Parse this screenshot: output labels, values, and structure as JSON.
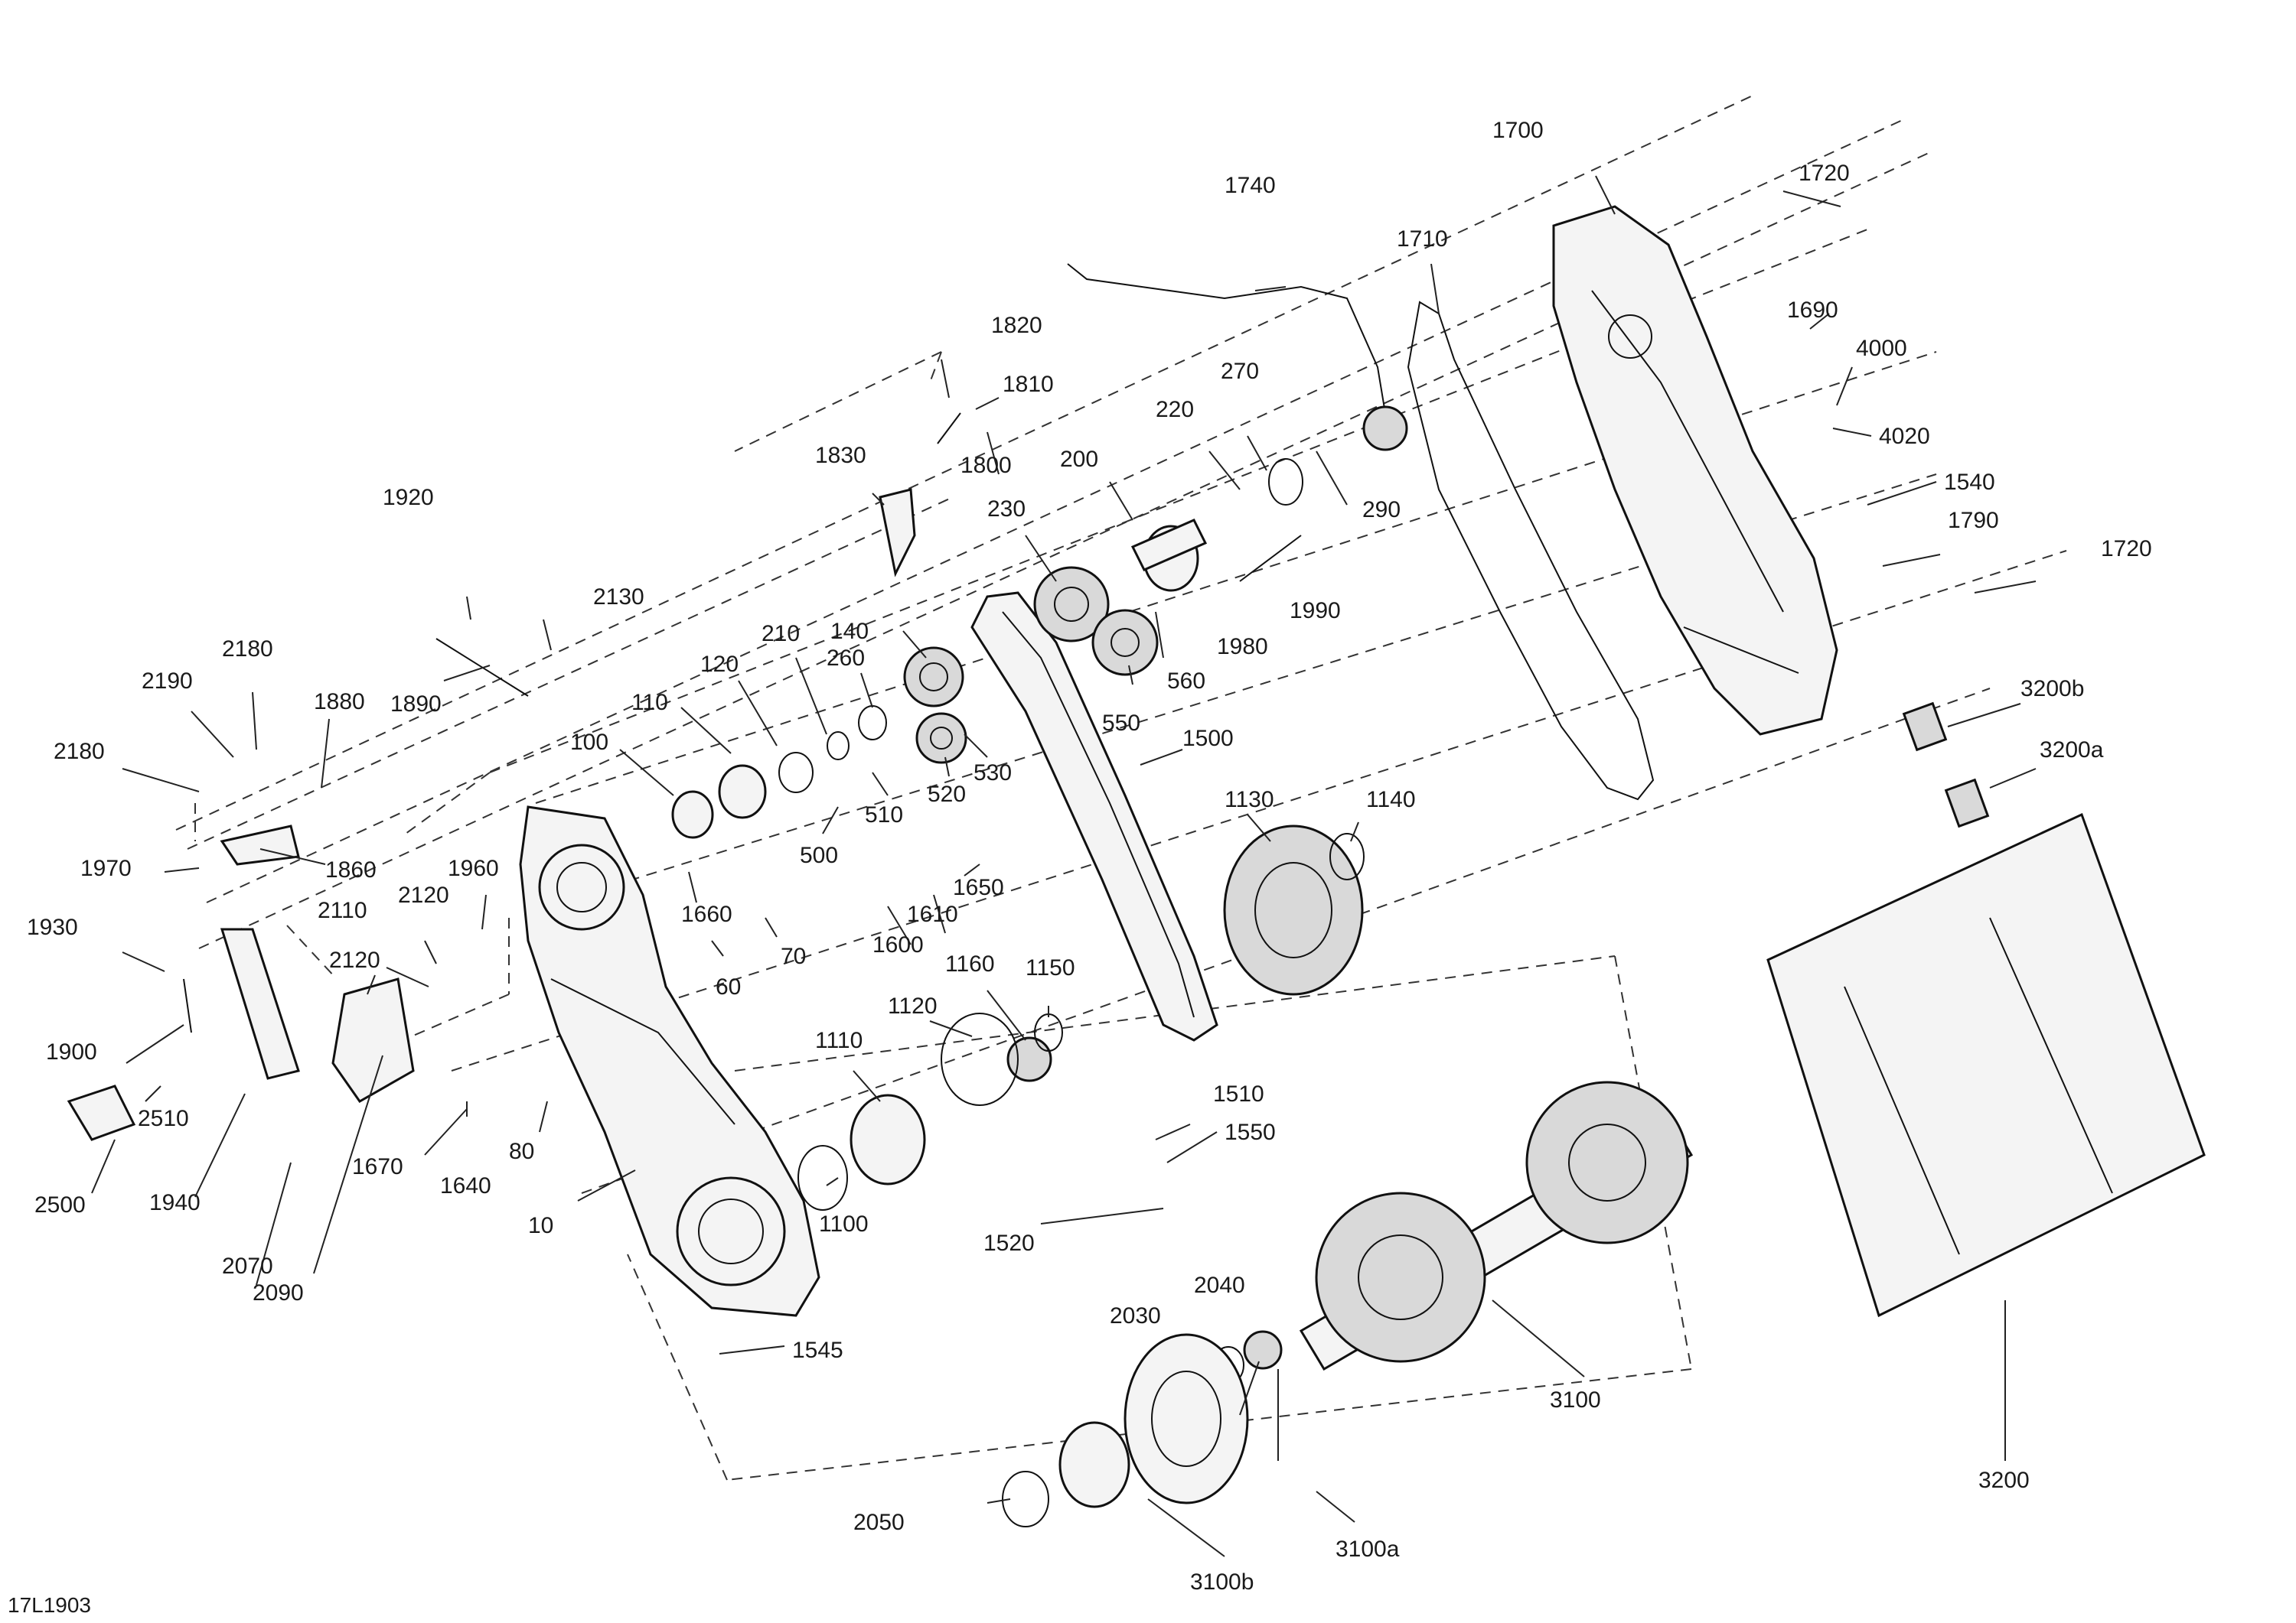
{
  "diagram": {
    "reference_code": "17L1903",
    "callouts": [
      {
        "id": "10",
        "text": "10"
      },
      {
        "id": "60",
        "text": "60"
      },
      {
        "id": "70",
        "text": "70"
      },
      {
        "id": "80",
        "text": "80"
      },
      {
        "id": "100",
        "text": "100"
      },
      {
        "id": "110",
        "text": "110"
      },
      {
        "id": "120",
        "text": "120"
      },
      {
        "id": "140",
        "text": "140"
      },
      {
        "id": "200",
        "text": "200"
      },
      {
        "id": "210",
        "text": "210"
      },
      {
        "id": "220",
        "text": "220"
      },
      {
        "id": "230",
        "text": "230"
      },
      {
        "id": "260",
        "text": "260"
      },
      {
        "id": "270",
        "text": "270"
      },
      {
        "id": "290",
        "text": "290"
      },
      {
        "id": "500",
        "text": "500"
      },
      {
        "id": "510",
        "text": "510"
      },
      {
        "id": "520",
        "text": "520"
      },
      {
        "id": "530",
        "text": "530"
      },
      {
        "id": "550",
        "text": "550"
      },
      {
        "id": "560",
        "text": "560"
      },
      {
        "id": "1100",
        "text": "1100"
      },
      {
        "id": "1110",
        "text": "1110"
      },
      {
        "id": "1120",
        "text": "1120"
      },
      {
        "id": "1130",
        "text": "1130"
      },
      {
        "id": "1140",
        "text": "1140"
      },
      {
        "id": "1150",
        "text": "1150"
      },
      {
        "id": "1160",
        "text": "1160"
      },
      {
        "id": "1500",
        "text": "1500"
      },
      {
        "id": "1510",
        "text": "1510"
      },
      {
        "id": "1520",
        "text": "1520"
      },
      {
        "id": "1540",
        "text": "1540"
      },
      {
        "id": "1545",
        "text": "1545"
      },
      {
        "id": "1550",
        "text": "1550"
      },
      {
        "id": "1600",
        "text": "1600"
      },
      {
        "id": "1610",
        "text": "1610"
      },
      {
        "id": "1640",
        "text": "1640"
      },
      {
        "id": "1650",
        "text": "1650"
      },
      {
        "id": "1660",
        "text": "1660"
      },
      {
        "id": "1670",
        "text": "1670"
      },
      {
        "id": "1690",
        "text": "1690"
      },
      {
        "id": "1700",
        "text": "1700"
      },
      {
        "id": "1710",
        "text": "1710"
      },
      {
        "id": "1720a",
        "text": "1720"
      },
      {
        "id": "1720b",
        "text": "1720"
      },
      {
        "id": "1740",
        "text": "1740"
      },
      {
        "id": "1790",
        "text": "1790"
      },
      {
        "id": "1800",
        "text": "1800"
      },
      {
        "id": "1810",
        "text": "1810"
      },
      {
        "id": "1820",
        "text": "1820"
      },
      {
        "id": "1830",
        "text": "1830"
      },
      {
        "id": "1860",
        "text": "1860"
      },
      {
        "id": "1880",
        "text": "1880"
      },
      {
        "id": "1890",
        "text": "1890"
      },
      {
        "id": "1900",
        "text": "1900"
      },
      {
        "id": "1920",
        "text": "1920"
      },
      {
        "id": "1930",
        "text": "1930"
      },
      {
        "id": "1940",
        "text": "1940"
      },
      {
        "id": "1960",
        "text": "1960"
      },
      {
        "id": "1970",
        "text": "1970"
      },
      {
        "id": "1980",
        "text": "1980"
      },
      {
        "id": "1990",
        "text": "1990"
      },
      {
        "id": "2030",
        "text": "2030"
      },
      {
        "id": "2040",
        "text": "2040"
      },
      {
        "id": "2050",
        "text": "2050"
      },
      {
        "id": "2070",
        "text": "2070"
      },
      {
        "id": "2090",
        "text": "2090"
      },
      {
        "id": "2110",
        "text": "2110"
      },
      {
        "id": "2120a",
        "text": "2120"
      },
      {
        "id": "2120b",
        "text": "2120"
      },
      {
        "id": "2130",
        "text": "2130"
      },
      {
        "id": "2180a",
        "text": "2180"
      },
      {
        "id": "2180b",
        "text": "2180"
      },
      {
        "id": "2190",
        "text": "2190"
      },
      {
        "id": "2500",
        "text": "2500"
      },
      {
        "id": "2510",
        "text": "2510"
      },
      {
        "id": "3100",
        "text": "3100"
      },
      {
        "id": "3100a",
        "text": "3100a"
      },
      {
        "id": "3100b",
        "text": "3100b"
      },
      {
        "id": "3200",
        "text": "3200"
      },
      {
        "id": "3200a",
        "text": "3200a"
      },
      {
        "id": "3200b",
        "text": "3200b"
      },
      {
        "id": "4000",
        "text": "4000"
      },
      {
        "id": "4020",
        "text": "4020"
      }
    ]
  }
}
